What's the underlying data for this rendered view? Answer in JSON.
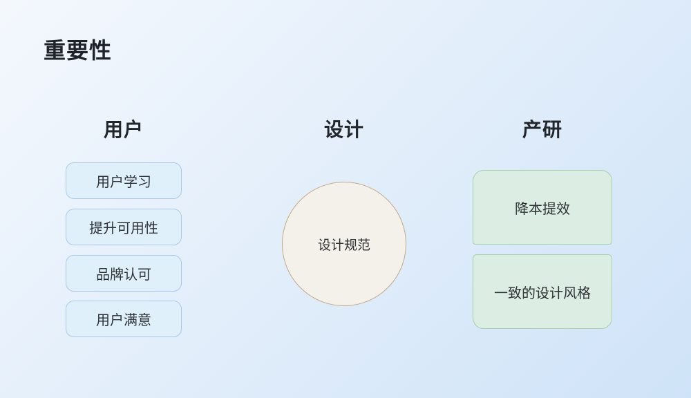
{
  "title": "重要性",
  "columns": [
    {
      "header": "用户",
      "items": [
        {
          "label": "用户学习"
        },
        {
          "label": "提升可用性"
        },
        {
          "label": "品牌认可"
        },
        {
          "label": "用户满意"
        }
      ]
    },
    {
      "header": "设计",
      "circle_label": "设计规范"
    },
    {
      "header": "产研",
      "items": [
        {
          "label": "降本提效"
        },
        {
          "label": "一致的设计风格"
        }
      ]
    }
  ],
  "colors": {
    "background_gradient_start": "#f4f8fd",
    "background_gradient_end": "#cfe3f8",
    "blue_box_fill": "#dff0fb",
    "blue_box_border": "#a9c9e6",
    "green_box_fill": "#dcede3",
    "green_box_border": "#a3d2ab",
    "circle_fill": "#f4f1ea",
    "circle_border": "#c3aa85",
    "text_color": "#25282d"
  }
}
